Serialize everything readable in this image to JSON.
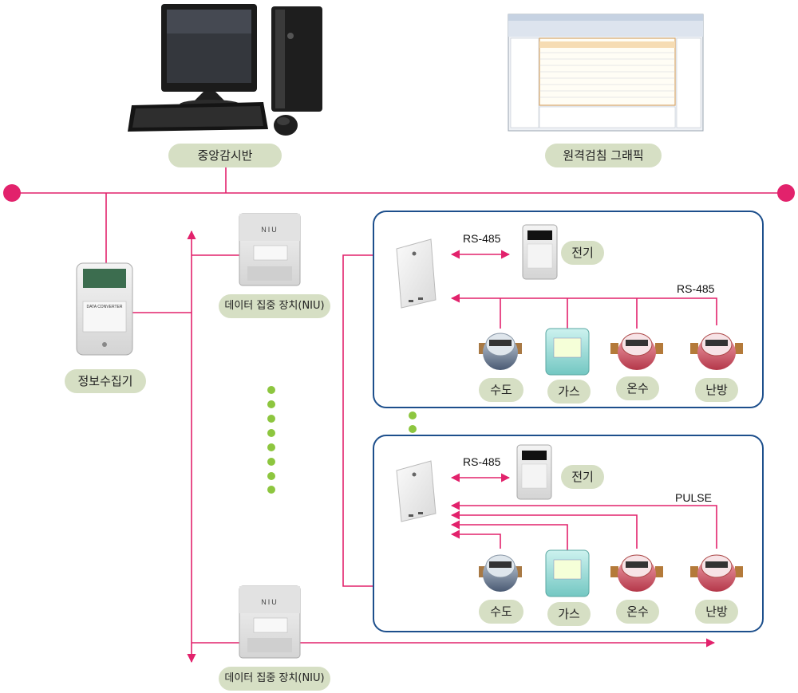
{
  "labels": {
    "central": "중앙감시반",
    "graphic": "원격검침 그래픽",
    "collector": "정보수집기",
    "niu": "데이터 집중 장치(NIU)",
    "electric": "전기",
    "water": "수도",
    "gas": "가스",
    "hot_water": "온수",
    "heating": "난방",
    "rs485": "RS-485",
    "pulse": "PULSE"
  },
  "device_text": {
    "niu_logo": "NIU",
    "converter": "DATA CONVERTER"
  },
  "colors": {
    "bus_line": "#e2226c",
    "group_border": "#1d4f8c",
    "pill_fill": "#d6dfc4",
    "dots": "#8dc63f"
  },
  "icons": [
    "desktop-computer-icon",
    "monitor-screenshot-icon",
    "data-converter-icon",
    "niu-device-icon",
    "interface-box-icon",
    "electric-meter-icon",
    "water-meter-icon",
    "gas-meter-icon",
    "hot-water-meter-icon",
    "heating-meter-icon"
  ]
}
